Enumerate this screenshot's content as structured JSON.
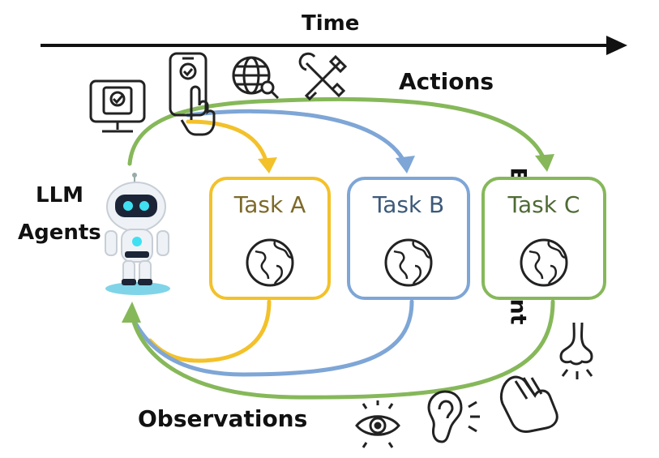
{
  "time_label": "Time",
  "actions_label": "Actions",
  "agents_label_line1": "LLM",
  "agents_label_line2": "Agents",
  "environment_label": "Environment",
  "observations_label": "Observations",
  "tasks": [
    {
      "label": "Task A",
      "color": "#f3c12a",
      "text_color": "#7d6a2a"
    },
    {
      "label": "Task B",
      "color": "#7ea6d6",
      "text_color": "#3c5a7a"
    },
    {
      "label": "Task C",
      "color": "#86b85a",
      "text_color": "#4f6a35"
    }
  ],
  "action_icons": [
    "computer-check-icon",
    "phone-tap-icon",
    "web-search-icon",
    "tools-icon"
  ],
  "observation_icons": [
    "eye-icon",
    "ear-icon",
    "hand-icon",
    "nose-icon"
  ]
}
